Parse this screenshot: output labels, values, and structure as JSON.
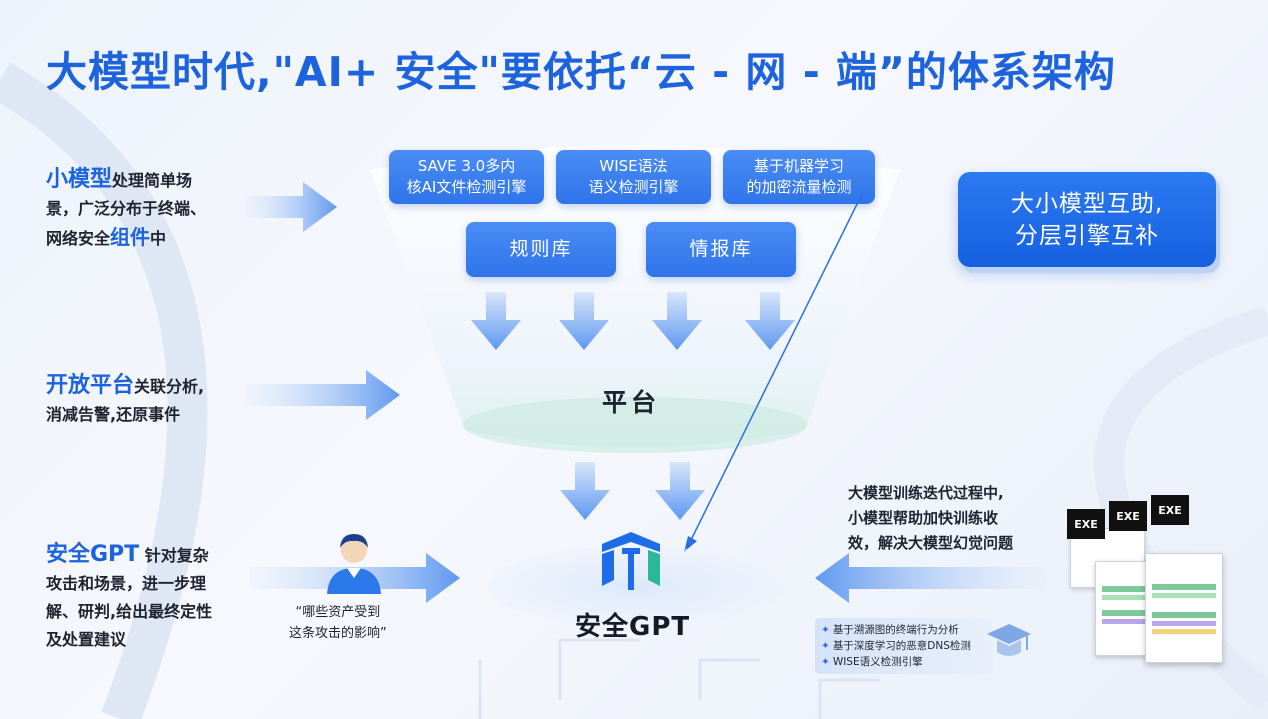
{
  "title": "大模型时代,\"AI+ 安全\"要依托“云 - 网 - 端”的体系架构",
  "funnel": {
    "engines": [
      {
        "line1": "SAVE 3.0多内",
        "line2": "核AI文件检测引擎"
      },
      {
        "line1": "WISE语法",
        "line2": "语义检测引擎"
      },
      {
        "line1": "基于机器学习",
        "line2": "的加密流量检测"
      }
    ],
    "libraries": [
      "规则库",
      "情报库"
    ],
    "platform_label": "平台"
  },
  "left_items": {
    "small_model": {
      "highlight": "小模型",
      "text1": "处理简单场",
      "text2": "景，广泛分布于终端、",
      "text3a": "网络安全",
      "highlight2": "组件",
      "text3b": "中"
    },
    "open_platform": {
      "highlight": "开放平台",
      "text1": "关联分析,",
      "text2": "消减告警,还原事件"
    },
    "security_gpt": {
      "highlight": "安全GPT",
      "text1": " 针对复杂",
      "text2": "攻击和场景，进一步理",
      "text3": "解、研判,给出最终定性",
      "text4": "及处置建议"
    }
  },
  "quote": {
    "line1": "“哪些资产受到",
    "line2": "这条攻击的影响”"
  },
  "gpt_label": "安全GPT",
  "assist_box": {
    "line1": "大小模型互助,",
    "line2": "分层引擎互补"
  },
  "right_desc": {
    "line1": "大模型训练迭代过程中,",
    "line2": "小模型帮助加快训练收",
    "line3": "效，解决大模型幻觉问题"
  },
  "features": [
    "基于溯源图的终端行为分析",
    "基于深度学习的恶意DNS检测",
    "WISE语义检测引擎"
  ],
  "exe_labels": [
    "EXE",
    "EXE",
    "EXE"
  ],
  "colors": {
    "accent": "#1d63dd",
    "box": "#3a80ef",
    "arrow": "#8fb8f5"
  }
}
